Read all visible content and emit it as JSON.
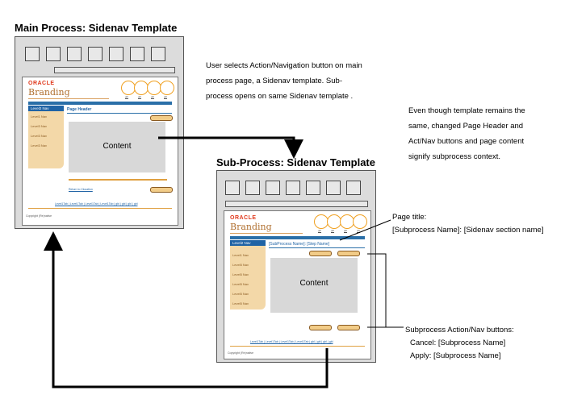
{
  "headings": {
    "main": "Main Process: Sidenav Template",
    "sub": "Sub-Process: Sidenav Template"
  },
  "notes": {
    "main_lines": [
      "User selects Action/Navigation button on main",
      "process page, a Sidenav template. Sub-",
      "process opens on same Sidenav template ."
    ],
    "context_lines": [
      "Even though template remains the",
      "same, changed Page Header and",
      "Act/Nav buttons and page content",
      "signify subprocess context."
    ],
    "page_title_lines": [
      "Page title:",
      "[Subprocess Name]: [Sidenav section name]"
    ],
    "buttons_lines": [
      "Subprocess Action/Nav buttons:",
      "Cancel: [Subprocess Name]",
      "Apply: [Subprocess Name]"
    ]
  },
  "mockup": {
    "logo": "ORACLE",
    "branding": "Branding",
    "global_labels": [
      "gbl",
      "gbl",
      "gbl",
      "gbl"
    ],
    "nav_selected": "Level2 Nav",
    "nav_items_main": [
      "Level1 Nav",
      "Level3 Nav",
      "Level3 Nav",
      "Level3 Nav"
    ],
    "nav_items_sub": [
      "Level1 Nav",
      "Level5 Nav",
      "Level5 Nav",
      "Level5 Nav",
      "Level5 Nav",
      "Level5 Nav"
    ],
    "page_header_main": "Page Header",
    "page_header_sub": "[SubProcess Name]: [Step Name]",
    "content_label": "Content",
    "return_link": "Return to Xlocation",
    "footer_links": "Level1Tab | Level1Tab | Level1Tab | Level1Tab | gbl | gbl | gbl | gbl",
    "copyright": "Copyright (Re)native"
  },
  "colors": {
    "oracle_red": "#e03a1e",
    "nav_blue": "#1f63a5",
    "sidenav_tan": "#f3d8a8",
    "accent_orange": "#f0a020"
  }
}
